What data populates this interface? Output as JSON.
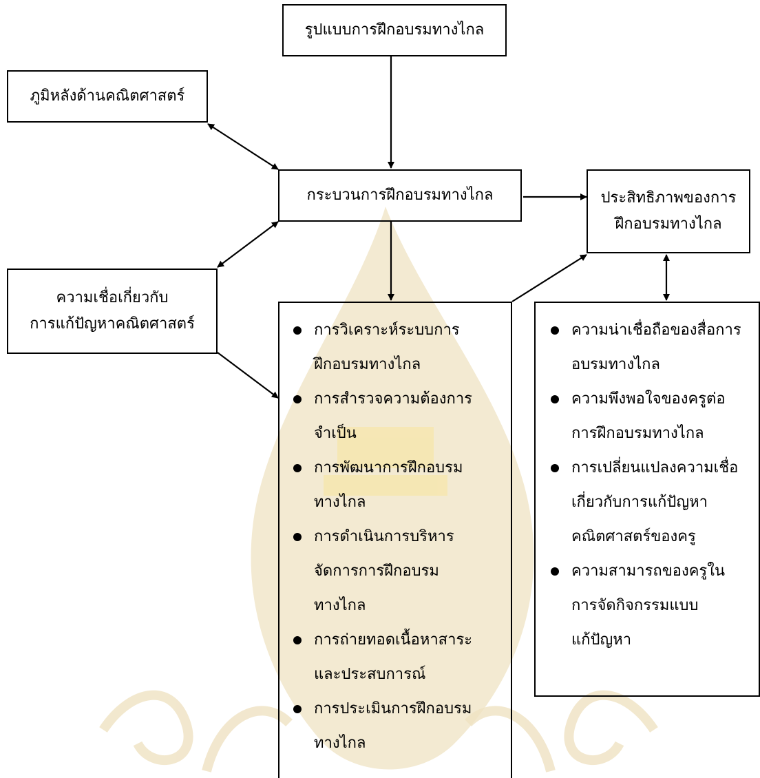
{
  "diagram": {
    "boxes": {
      "distance_training_model": {
        "lines": [
          "รูปแบบการฝึกอบรมทางไกล"
        ]
      },
      "math_background": {
        "lines": [
          "ภูมิหลังด้านคณิตศาสตร์"
        ]
      },
      "training_process": {
        "lines": [
          "กระบวนการฝึกอบรมทางไกล"
        ]
      },
      "training_effectiveness": {
        "lines": [
          "ประสิทธิภาพของการ",
          "ฝึกอบรมทางไกล"
        ]
      },
      "beliefs_problem_solving": {
        "lines": [
          "ความเชื่อเกี่ยวกับ",
          "การแก้ปัญหาคณิตศาสตร์"
        ]
      },
      "process_steps": {
        "items": [
          [
            "การวิเคราะห์ระบบการ",
            "ฝึกอบรมทางไกล"
          ],
          [
            "การสำรวจความต้องการ",
            "จำเป็น"
          ],
          [
            "การพัฒนาการฝึกอบรม",
            "ทางไกล"
          ],
          [
            "การดำเนินการบริหาร",
            "จัดการการฝึกอบรม",
            "ทางไกล"
          ],
          [
            "การถ่ายทอดเนื้อหาสาระ",
            "และประสบการณ์"
          ],
          [
            "การประเมินการฝึกอบรม",
            "ทางไกล"
          ]
        ]
      },
      "effectiveness_indicators": {
        "items": [
          [
            "ความน่าเชื่อถือของสื่อการ",
            "อบรมทางไกล"
          ],
          [
            "ความพึงพอใจของครูต่อ",
            "การฝึกอบรมทางไกล"
          ],
          [
            "การเปลี่ยนแปลงความเชื่อ",
            "เกี่ยวกับการแก้ปัญหา",
            "คณิตศาสตร์ของครู"
          ],
          [
            "ความสามารถของครูใน",
            "การจัดกิจกรรมแบบ",
            "แก้ปัญหา"
          ]
        ]
      }
    },
    "colors": {
      "stroke": "#000000",
      "watermark": "#f3ead2",
      "watermark_accent": "#f6e6a8"
    }
  }
}
